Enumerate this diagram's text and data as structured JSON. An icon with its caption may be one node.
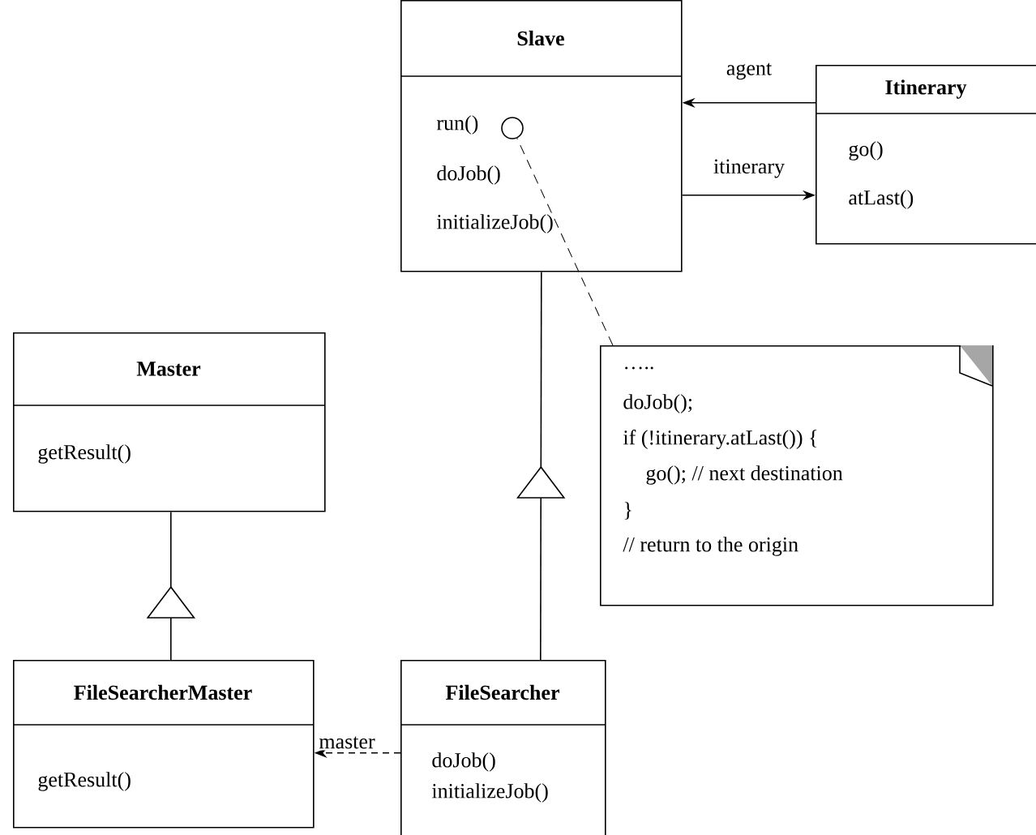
{
  "diagram": {
    "nodes": [
      {
        "text": [
          "Slave",
          "run()",
          "doJob()",
          "initializeJob()"
        ]
      },
      {
        "text": [
          "Itinerary",
          "go()",
          "atLast()"
        ]
      },
      {
        "text": [
          "Master",
          "getResult()"
        ]
      },
      {
        "text": [
          "…..",
          "doJob();",
          "if  (!itinerary.atLast()) {",
          "go(); // next destination",
          "}",
          "// return to the origin"
        ]
      },
      {
        "text": [
          "FileSearcherMaster",
          "getResult()"
        ]
      },
      {
        "text": [
          "FileSearcher",
          "doJob()",
          "initializeJob()"
        ]
      },
      {
        "text": [],
        "shape": "circle",
        "in": 0
      }
    ],
    "edges": [
      {
        "from": 1,
        "to": 0,
        "arrow": "to",
        "label": "agent"
      },
      {
        "from": 0,
        "to": 1,
        "arrow": "to",
        "label": "itinerary"
      },
      {
        "from": 5,
        "to": 0,
        "arrow": "to"
      },
      {
        "from": 4,
        "to": 2,
        "arrow": "to"
      },
      {
        "from": 5,
        "to": 4,
        "arrow": "to",
        "label": "master",
        "style": "dashed"
      },
      {
        "from": 3,
        "to": 6,
        "arrow": "none",
        "style": "dashed"
      }
    ]
  }
}
